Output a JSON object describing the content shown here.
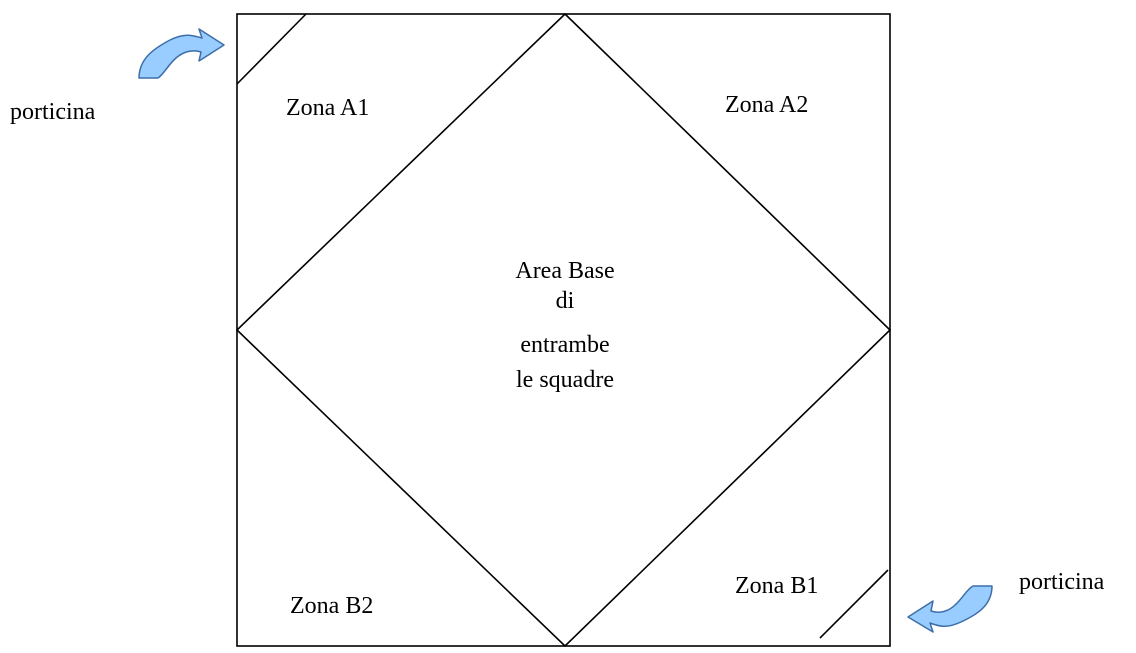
{
  "diagram": {
    "labels": {
      "door_left": "porticina",
      "door_right": "porticina",
      "zone_a1": "Zona A1",
      "zone_a2": "Zona A2",
      "zone_b1": "Zona B1",
      "zone_b2": "Zona B2",
      "center": [
        "Area Base",
        "di",
        "entrambe",
        "le squadre"
      ]
    },
    "colors": {
      "line": "#000000",
      "arrow_fill": "#99CCFF",
      "arrow_stroke": "#3D6EA8"
    },
    "icons": {
      "door_arrow": "curved-arrow-icon"
    }
  }
}
